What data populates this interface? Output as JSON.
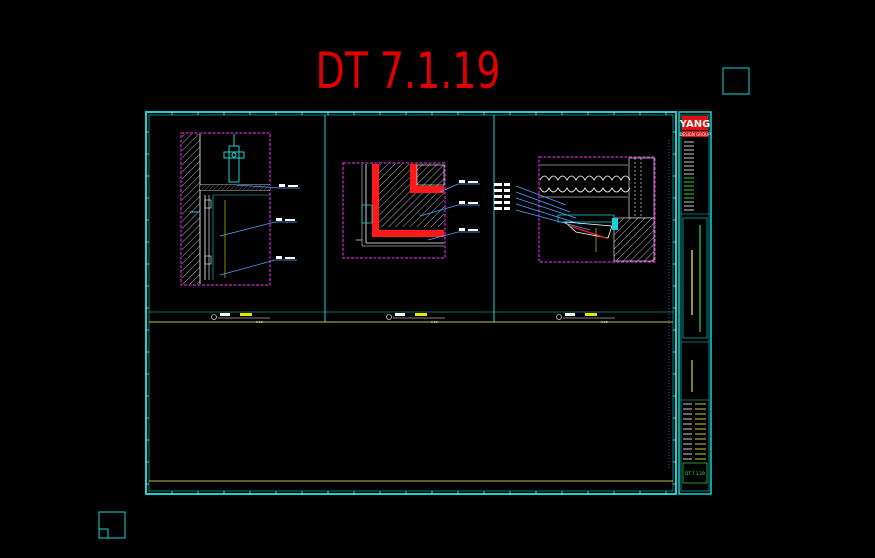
{
  "drawing": {
    "title": "DT 7.1.19",
    "title_color": "#e00000",
    "frame_color": "#19d3d3",
    "detail_color": "#ff2bff",
    "hatch_color": "#ffffff",
    "leader_color": "#4aa7ff",
    "highlight_color": "#ff1a1a",
    "yellow_color": "#e6e600"
  },
  "title_block": {
    "logo": "YANG",
    "logo_sub": "DESIGN GROUP",
    "drawing_no": "DT 7.1.19"
  },
  "details": [
    {
      "id": "detail-1",
      "scale_label": "1:10"
    },
    {
      "id": "detail-2",
      "scale_label": "1:10"
    },
    {
      "id": "detail-3",
      "scale_label": "1:10"
    }
  ]
}
